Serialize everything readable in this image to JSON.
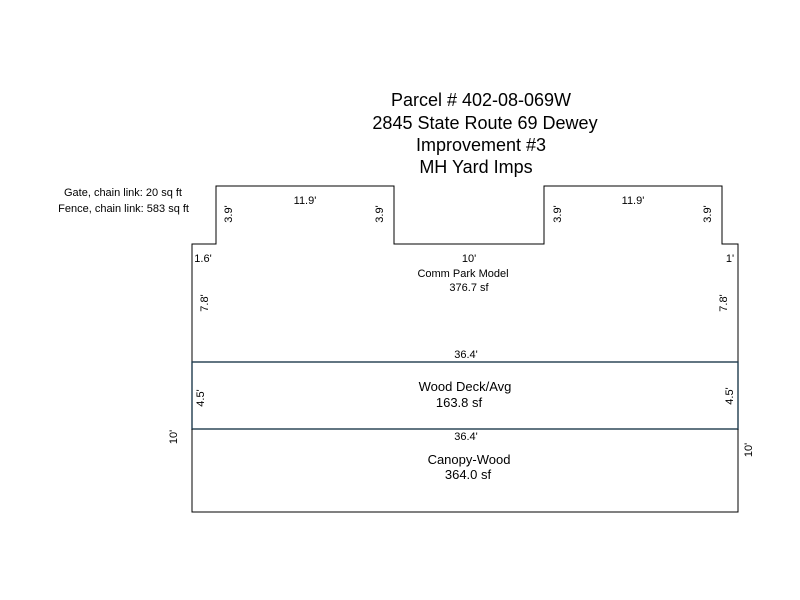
{
  "header": {
    "parcel": "Parcel # 402-08-069W",
    "address": "2845 State Route 69 Dewey",
    "improvement": "Improvement #3",
    "category": "MH Yard Imps"
  },
  "legend": {
    "gate": "Gate, chain link: 20 sq ft",
    "fence": "Fence, chain link: 583 sq ft"
  },
  "sections": {
    "park_model": {
      "name": "Comm Park Model",
      "area": "376.7 sf"
    },
    "deck": {
      "name": "Wood Deck/Avg",
      "area": "163.8 sf"
    },
    "canopy": {
      "name": "Canopy-Wood",
      "area": "364.0 sf"
    }
  },
  "dimensions": {
    "left_bump_width": "11.9'",
    "right_bump_width": "11.9'",
    "bump_left_side_1": "3.9'",
    "bump_left_side_2": "3.9'",
    "bump_right_side_1": "3.9'",
    "bump_right_side_2": "3.9'",
    "center_gap": "10'",
    "left_step": "1.6'",
    "right_step": "1'",
    "park_model_left": "7.8'",
    "park_model_right": "7.8'",
    "deck_top": "36.4'",
    "deck_left": "4.5'",
    "deck_right": "4.5'",
    "canopy_top": "36.4'",
    "canopy_left": "10'",
    "canopy_right": "10'"
  }
}
